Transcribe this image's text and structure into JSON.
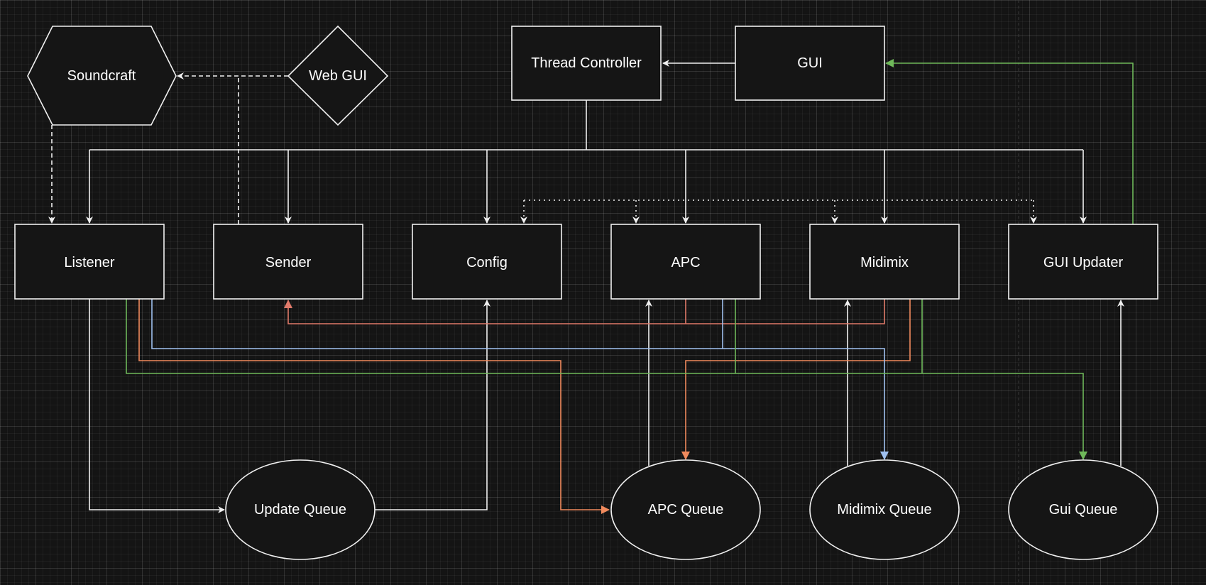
{
  "diagram": {
    "nodes": {
      "soundcraft": {
        "label": "Soundcraft"
      },
      "web_gui": {
        "label": "Web GUI"
      },
      "thread_controller": {
        "label": "Thread Controller"
      },
      "gui": {
        "label": "GUI"
      },
      "listener": {
        "label": "Listener"
      },
      "sender": {
        "label": "Sender"
      },
      "config": {
        "label": "Config"
      },
      "apc": {
        "label": "APC"
      },
      "midimix": {
        "label": "Midimix"
      },
      "gui_updater": {
        "label": "GUI Updater"
      },
      "update_queue": {
        "label": "Update Queue"
      },
      "apc_queue": {
        "label": "APC Queue"
      },
      "midimix_queue": {
        "label": "Midimix Queue"
      },
      "gui_queue": {
        "label": "Gui Queue"
      }
    },
    "colors": {
      "background": "#141414",
      "white": "#f0f0f0",
      "salmon": "#e07a6a",
      "orange": "#f08a5d",
      "blue": "#9fc0ef",
      "green": "#6fb85a"
    }
  }
}
